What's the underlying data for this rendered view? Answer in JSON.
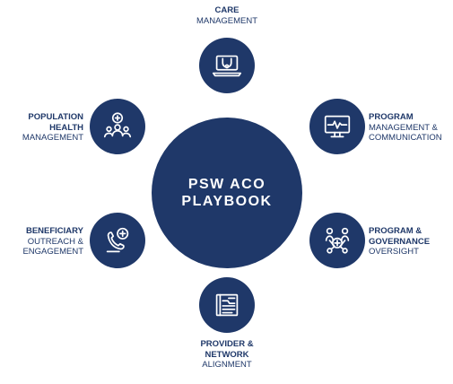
{
  "hub": {
    "line1": "PSW ACO",
    "line2": "PLAYBOOK"
  },
  "nodes": {
    "care": {
      "title": "CARE",
      "sub": "MANAGEMENT",
      "icon": "laptop-stethoscope-icon"
    },
    "program_comm": {
      "title": "PROGRAM",
      "sub1": "MANAGEMENT &",
      "sub2": "COMMUNICATION",
      "icon": "monitor-heartbeat-icon"
    },
    "program_gov": {
      "title1": "PROGRAM &",
      "title2": "GOVERNANCE",
      "sub": "OVERSIGHT",
      "icon": "people-network-icon"
    },
    "provider": {
      "title1": "PROVIDER &",
      "title2": "NETWORK",
      "sub": "ALIGNMENT",
      "icon": "document-chart-icon"
    },
    "beneficiary": {
      "title": "BENEFICIARY",
      "sub1": "OUTREACH &",
      "sub2": "ENGAGEMENT",
      "icon": "phone-medical-icon"
    },
    "population": {
      "title1": "POPULATION",
      "title2": "HEALTH",
      "sub": "MANAGEMENT",
      "icon": "group-medical-icon"
    }
  },
  "colors": {
    "primary": "#1f3869",
    "background": "#ffffff",
    "text_on_primary": "#ffffff"
  }
}
